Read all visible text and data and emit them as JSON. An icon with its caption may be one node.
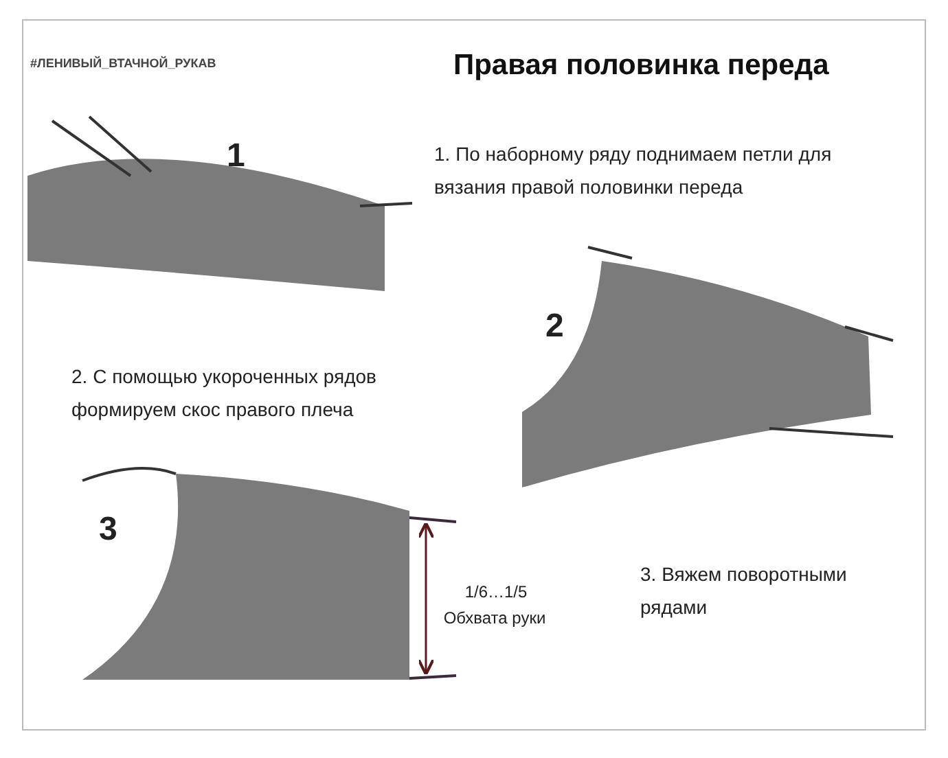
{
  "diagram": {
    "title": "Правая половинка переда",
    "labels": [
      "#ЛЕНИВЫЙ_ВТАЧНОЙ_РУКАВ",
      "1",
      "1. По наборному ряду поднимаем петли для вязания правой половинки переда",
      "2",
      "2. С помощью укороченных рядов формируем скос правого плеча",
      "3",
      "1/6…1/5",
      "Обхвата руки",
      "3. Вяжем поворотными рядами"
    ]
  }
}
